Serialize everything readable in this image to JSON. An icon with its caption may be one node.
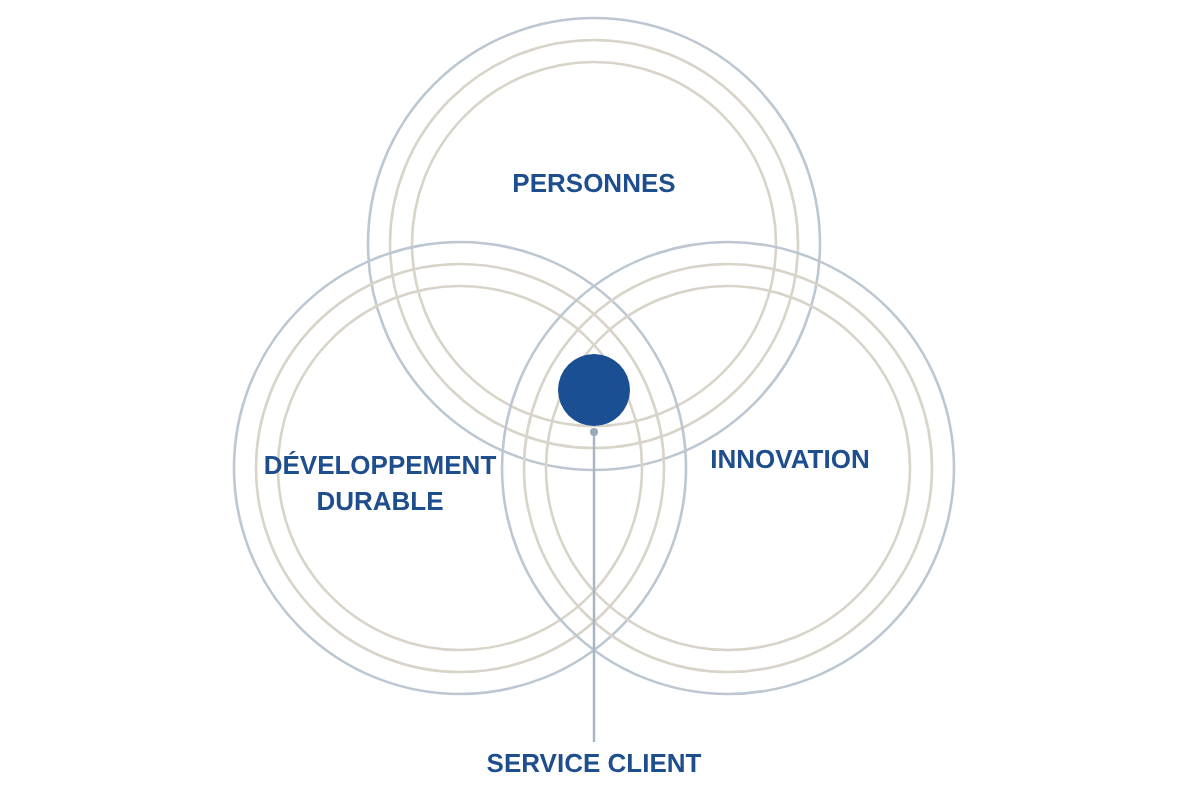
{
  "diagram": {
    "nodes": [
      {
        "text": [
          "PERSONNES"
        ]
      },
      {
        "text": [
          "DÉVELOPPEMENT DURABLE"
        ]
      },
      {
        "text": [
          "INNOVATION"
        ]
      },
      {
        "text": [],
        "shape": "circle"
      },
      {
        "text": [
          "SERVICE CLIENT"
        ]
      }
    ],
    "edges": [
      {
        "from": 4,
        "to": 3,
        "arrow": "other"
      }
    ]
  }
}
